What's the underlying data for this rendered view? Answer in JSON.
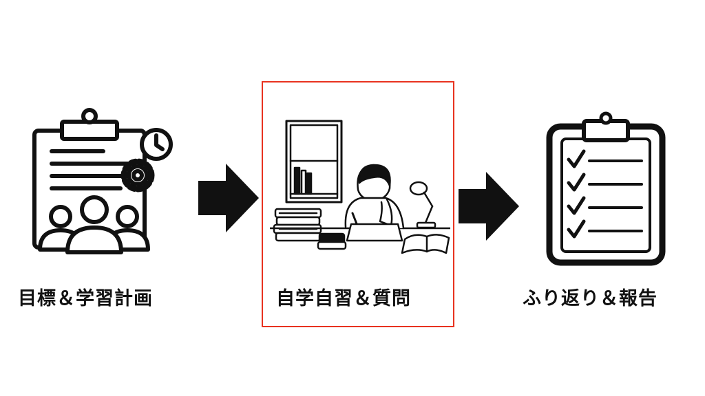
{
  "steps": [
    {
      "label": "目標＆学習計画",
      "icon": "clipboard-team-gear-clock-icon"
    },
    {
      "label": "自学自習＆質問",
      "icon": "student-studying-desk-icon"
    },
    {
      "label": "ふり返り＆報告",
      "icon": "clipboard-checklist-icon"
    }
  ],
  "arrow_icon": "right-arrow-icon",
  "highlight": {
    "step": 2,
    "color": "#e8321f"
  },
  "colors": {
    "ink": "#111111",
    "background": "#ffffff"
  }
}
